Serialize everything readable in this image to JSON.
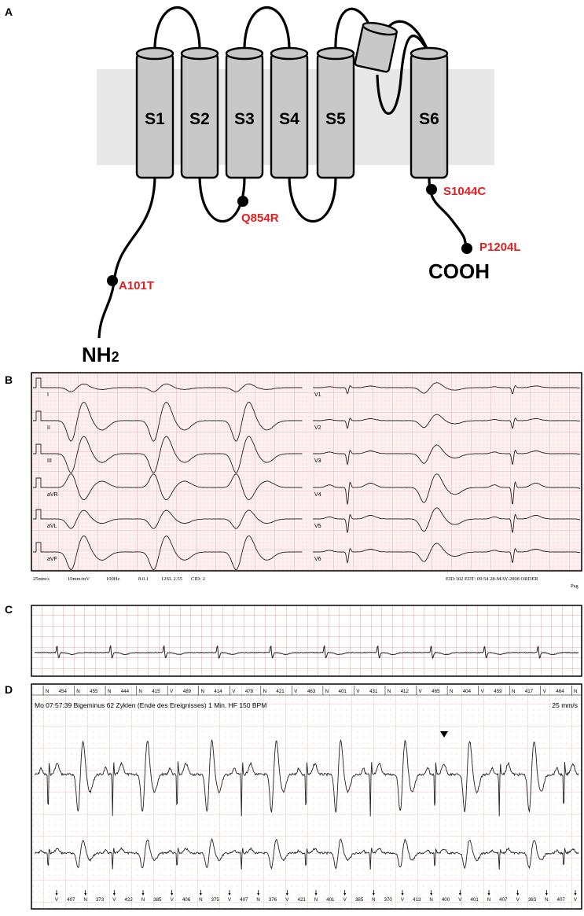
{
  "panel_letters": {
    "a": "A",
    "b": "B",
    "c": "C",
    "d": "D"
  },
  "panel_a": {
    "segments": [
      "S1",
      "S2",
      "S3",
      "S4",
      "S5",
      "S6"
    ],
    "mutations": {
      "a101t": "A101T",
      "q854r": "Q854R",
      "s1044c": "S1044C",
      "p1204l": "P1204L"
    },
    "n_terminus": {
      "base": "NH",
      "subscript": "2"
    },
    "c_terminus": "COOH",
    "colors": {
      "mutation": "#e02020",
      "helix": "#c8c8c8",
      "membrane": "#e8e8e8"
    }
  },
  "panel_b": {
    "leads_left": [
      "I",
      "II",
      "III",
      "aVR",
      "aVL",
      "aVF"
    ],
    "leads_right": [
      "V1",
      "V2",
      "V3",
      "V4",
      "V5",
      "V6"
    ],
    "footer": {
      "speed": "25mm/s",
      "gain": "10mm/mV",
      "filter": "100Hz",
      "version": "8.0.1",
      "program": "12SL 2.55",
      "cid": "CID: 2",
      "right": "EID:102 EDT: 09:54 28-MAY-2008 ORDER",
      "page": "Pag"
    },
    "colors": {
      "grid": "#f4b8b8",
      "grid_bg": "#fdf2f2"
    }
  },
  "panel_d": {
    "header_text": "Mo 07:57:39 Bigeminus 62 Zyklen (Ende des Ereignisses) 1 Min. HF 150 BPM",
    "speed": "25 mm/s",
    "top_annotations": [
      "N",
      "454",
      "N",
      "455",
      "N",
      "444",
      "N",
      "415",
      "V",
      "489",
      "N",
      "414",
      "V",
      "478",
      "N",
      "421",
      "V",
      "463",
      "N",
      "401",
      "V",
      "431",
      "N",
      "412",
      "V",
      "465",
      "N",
      "404",
      "V",
      "459",
      "N",
      "417",
      "V",
      "464",
      "N"
    ],
    "bottom_annotations": [
      "V",
      "407",
      "N",
      "373",
      "V",
      "422",
      "N",
      "385",
      "V",
      "406",
      "N",
      "375",
      "V",
      "407",
      "N",
      "376",
      "V",
      "421",
      "N",
      "401",
      "V",
      "385",
      "N",
      "370",
      "V",
      "413",
      "N",
      "400",
      "V",
      "401",
      "N",
      "407",
      "V",
      "383",
      "N",
      "407",
      "V"
    ]
  }
}
